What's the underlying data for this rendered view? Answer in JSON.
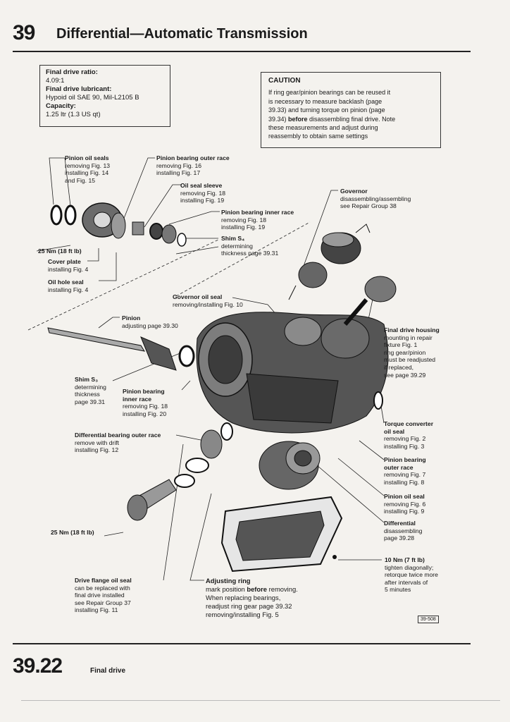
{
  "header": {
    "section": "39",
    "title": "Differential—Automatic Transmission"
  },
  "specs": {
    "ratio_label": "Final drive ratio:",
    "ratio_value": "4.09:1",
    "lubricant_label": "Final drive lubricant:",
    "lubricant_value": "Hypoid oil SAE 90, Mil-L2105 B",
    "capacity_label": "Capacity:",
    "capacity_value": "1.25 ltr (1.3 US qt)"
  },
  "caution": {
    "title": "CAUTION",
    "line1": "If ring gear/pinion bearings can be reused it",
    "line2": "is necessary to measure backlash (page",
    "line3": "39.33) and turning torque on pinion (page",
    "line4_pre": "39.34) ",
    "line4_bold": "before",
    "line4_post": " disassembling final drive. Note",
    "line5": "these measurements and adjust during",
    "line6": "reassembly to obtain same settings"
  },
  "labels": {
    "pinion_oil_seals": {
      "title": "Pinion oil seals",
      "l1": "removing Fig. 13",
      "l2": "installing Fig. 14",
      "l3": "and Fig. 15"
    },
    "pinion_bearing_outer_race": {
      "title": "Pinion bearing outer race",
      "l1": "removing Fig. 16",
      "l2": "installing Fig. 17"
    },
    "oil_seal_sleeve": {
      "title": "Oil seal sleeve",
      "l1": "removing Fig. 18",
      "l2": "installing Fig. 19"
    },
    "pinion_bearing_inner_race_top": {
      "title": "Pinion bearing inner race",
      "l1": "removing Fig. 18",
      "l2": "installing Fig. 19"
    },
    "shim_s4": {
      "title": "Shim S₄",
      "l1": "determining",
      "l2": "thickness page 39.31"
    },
    "governor": {
      "title": "Governor",
      "l1": "disassembling/assembling",
      "l2": "see Repair Group 38"
    },
    "torque_25_top": "25 Nm (18 ft lb)",
    "cover_plate": {
      "title": "Cover plate",
      "l1": "installing Fig. 4"
    },
    "oil_hole_seal": {
      "title": "Oil hole seal",
      "l1": "installing Fig. 4"
    },
    "governor_oil_seal": {
      "title": "Governor oil seal",
      "l1": "removing/installing Fig. 10"
    },
    "pinion": {
      "title": "Pinion",
      "l1": "adjusting page 39.30"
    },
    "final_drive_housing": {
      "title": "Final drive housing",
      "l1": "mounting in repair",
      "l2": "fixture Fig. 1",
      "l3": "ring gear/pinion",
      "l4": "must be readjusted",
      "l5": "if replaced,",
      "l6": "see page 39.29"
    },
    "shim_s3": {
      "title": "Shim S₃",
      "l1": "determining",
      "l2": "thickness",
      "l3": "page 39.31"
    },
    "pinion_bearing_inner_race_mid": {
      "title": "Pinion bearing",
      "title2": "inner race",
      "l1": "removing Fig. 18",
      "l2": "installing Fig. 20"
    },
    "torque_converter_oil_seal": {
      "title": "Torque converter",
      "title2": "oil seal",
      "l1": "removing Fig. 2",
      "l2": "installing Fig. 3"
    },
    "differential_bearing_outer_race": {
      "title": "Differential bearing outer race",
      "l1": "remove with drift",
      "l2": "installing Fig. 12"
    },
    "pinion_bearing_outer_race_right": {
      "title": "Pinion bearing",
      "title2": "outer race",
      "l1": "removing Fig. 7",
      "l2": "installing Fig. 8"
    },
    "pinion_oil_seal_right": {
      "title": "Pinion oil seal",
      "l1": "removing Fig. 6",
      "l2": "installing Fig. 9"
    },
    "differential": {
      "title": "Differential",
      "l1": "disassembling",
      "l2": "page 39.28"
    },
    "torque_25_bottom": "25 Nm (18 ft lb)",
    "torque_10": {
      "title": "10 Nm (7 ft lb)",
      "l1": "tighten diagonally;",
      "l2": "retorque twice more",
      "l3": "after intervals of",
      "l4": "5 minutes"
    },
    "drive_flange_oil_seal": {
      "title": "Drive flange oil seal",
      "l1": "can be replaced with",
      "l2": "final drive installed",
      "l3": "see Repair Group 37",
      "l4": "installing Fig. 11"
    },
    "adjusting_ring": {
      "title": "Adjusting ring",
      "l1_pre": "mark position ",
      "l1_bold": "before",
      "l1_post": " removing.",
      "l2": "When replacing bearings,",
      "l3": "readjust ring gear page 39.32",
      "l4": "removing/installing Fig. 5"
    }
  },
  "figure_ref": "39-508",
  "footer": {
    "page": "39.22",
    "title": "Final drive"
  }
}
